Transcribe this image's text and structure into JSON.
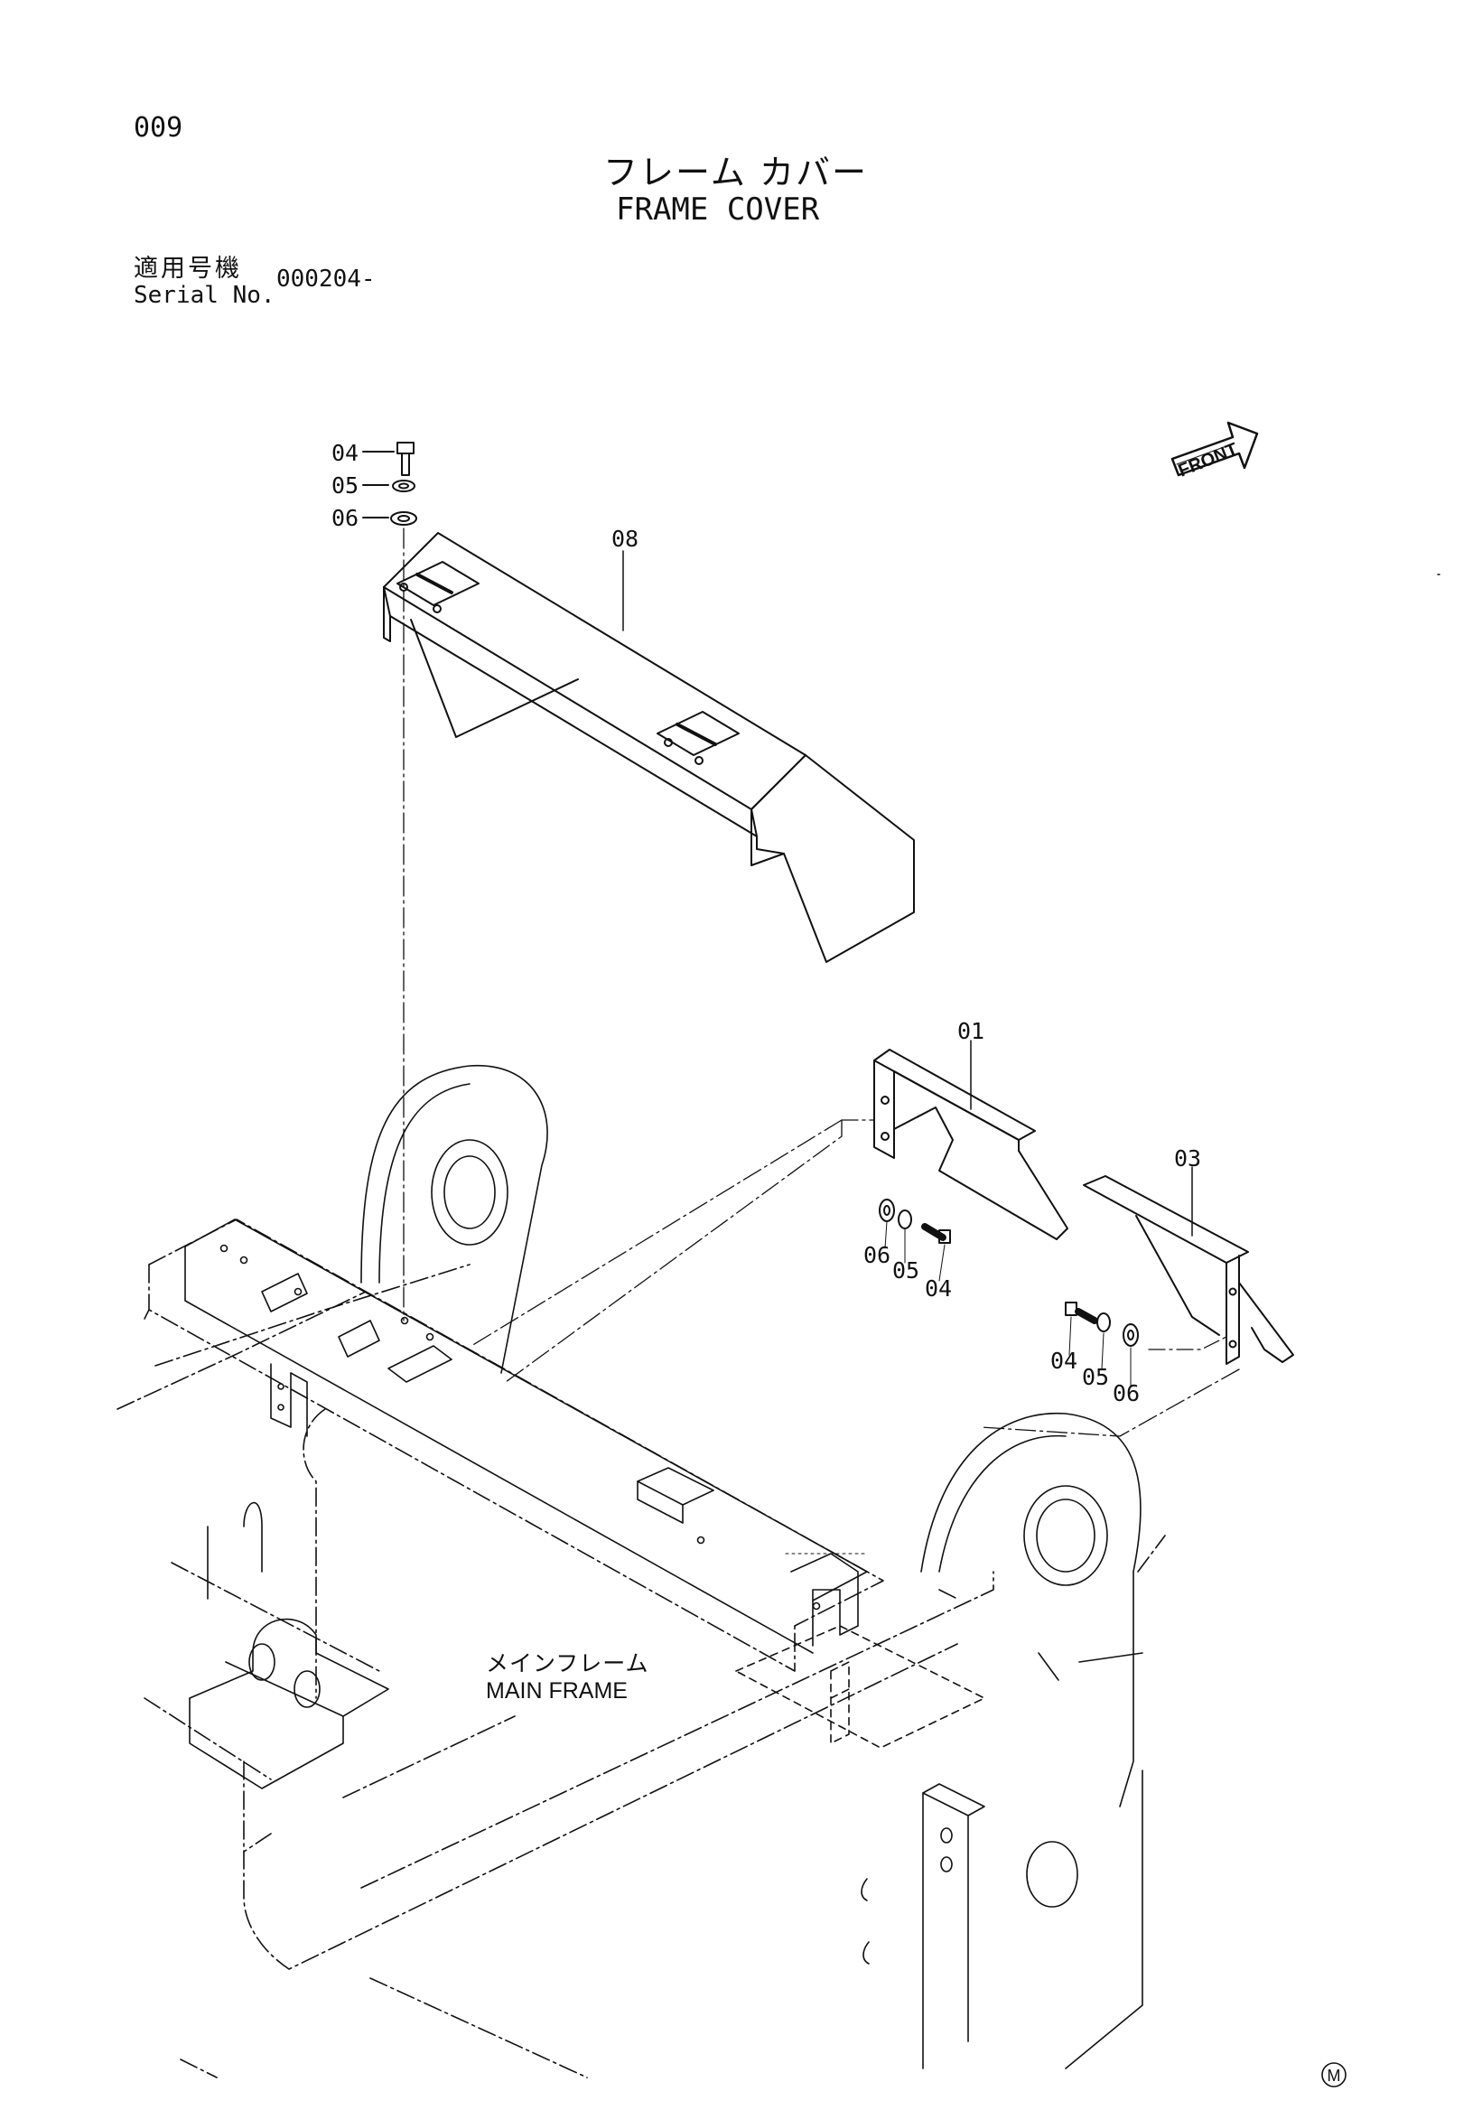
{
  "header": {
    "page_number": "009",
    "title_ja": "フレーム カバー",
    "title_en": "FRAME COVER",
    "serial_label_ja": "適用号機",
    "serial_label_en": "Serial No.",
    "serial_value": "000204-"
  },
  "direction_arrow": {
    "label": "FRONT"
  },
  "parts": {
    "cover_08": "08",
    "cover_01": "01",
    "cover_03": "03",
    "top_bolt": "04",
    "top_lockwasher": "05",
    "top_washer": "06",
    "mid_washer": "06",
    "mid_lockwasher": "05",
    "mid_bolt": "04",
    "right_bolt": "04",
    "right_lockwasher": "05",
    "right_washer": "06"
  },
  "main_frame": {
    "label_ja": "メインフレーム",
    "label_en": "MAIN FRAME"
  },
  "footer": {
    "mark": "M"
  }
}
